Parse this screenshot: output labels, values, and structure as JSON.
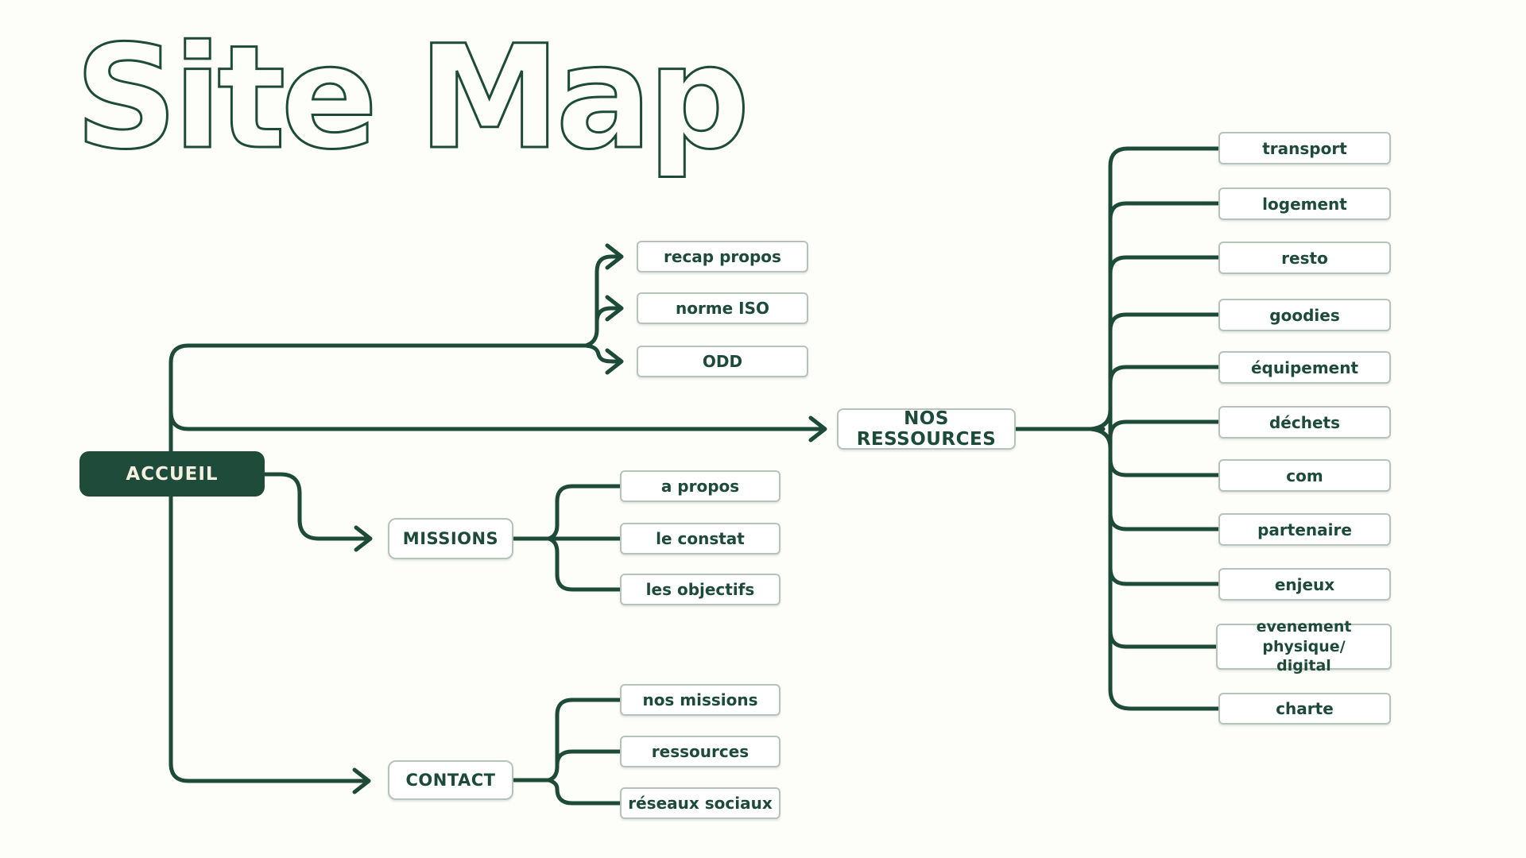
{
  "title": "Site Map",
  "colors": {
    "line": "#1d4a39",
    "root_bg": "#1f4b3a",
    "root_text": "#f5f0df",
    "node_border": "#b6c3ba",
    "node_text": "#1d4a39",
    "background": "#fdfdfa"
  },
  "root": {
    "label": "ACCUEIL"
  },
  "groups": {
    "propos": {
      "items": [
        "recap propos",
        "norme ISO",
        "ODD"
      ]
    },
    "ressources": {
      "label": "NOS RESSOURCES",
      "items": [
        "transport",
        "logement",
        "resto",
        "goodies",
        "équipement",
        "déchets",
        "com",
        "partenaire",
        "enjeux",
        "evenement physique/\ndigital",
        "charte"
      ]
    },
    "missions": {
      "label": "MISSIONS",
      "items": [
        "a propos",
        "le constat",
        "les objectifs"
      ]
    },
    "contact": {
      "label": "CONTACT",
      "items": [
        "nos missions",
        "ressources",
        "réseaux sociaux"
      ]
    }
  }
}
